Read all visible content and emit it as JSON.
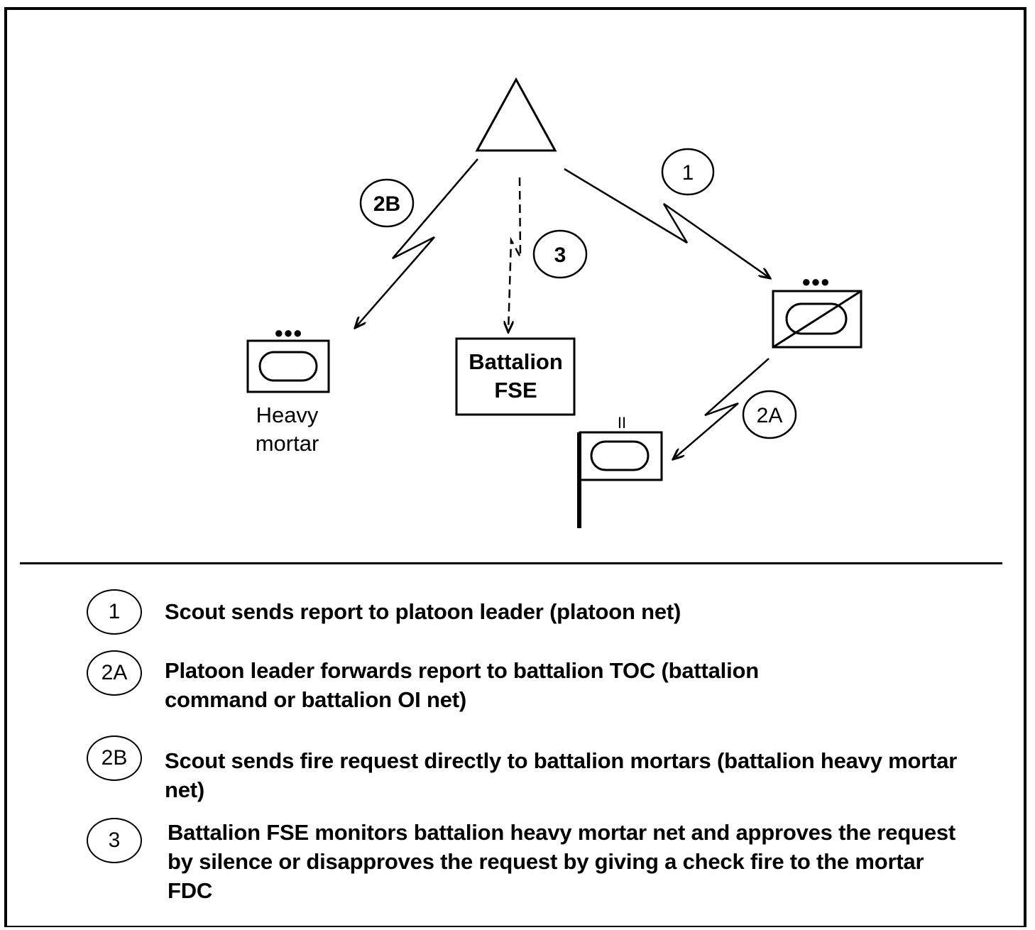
{
  "diagram": {
    "markers": {
      "m1": "1",
      "m2a": "2A",
      "m2b": "2B",
      "m3": "3"
    },
    "units": {
      "heavy_mortar": "Heavy mortar",
      "battalion_fse": "Battalion FSE"
    },
    "size_indicators": {
      "heavy_mortar": "●●●",
      "scout_platoon": "●●●",
      "battalion_tac": "II"
    }
  },
  "legend": [
    {
      "marker": "1",
      "text": "Scout sends report to platoon leader (platoon net)"
    },
    {
      "marker": "2A",
      "text": "Platoon leader forwards report to battalion TOC (battalion command or battalion OI net)"
    },
    {
      "marker": "2B",
      "text": "Scout sends fire request directly to battalion mortars (battalion heavy mortar net)"
    },
    {
      "marker": "3",
      "text": "Battalion FSE monitors battalion heavy mortar net and approves the request by silence or disapproves the request by giving a check fire to the mortar FDC"
    }
  ]
}
